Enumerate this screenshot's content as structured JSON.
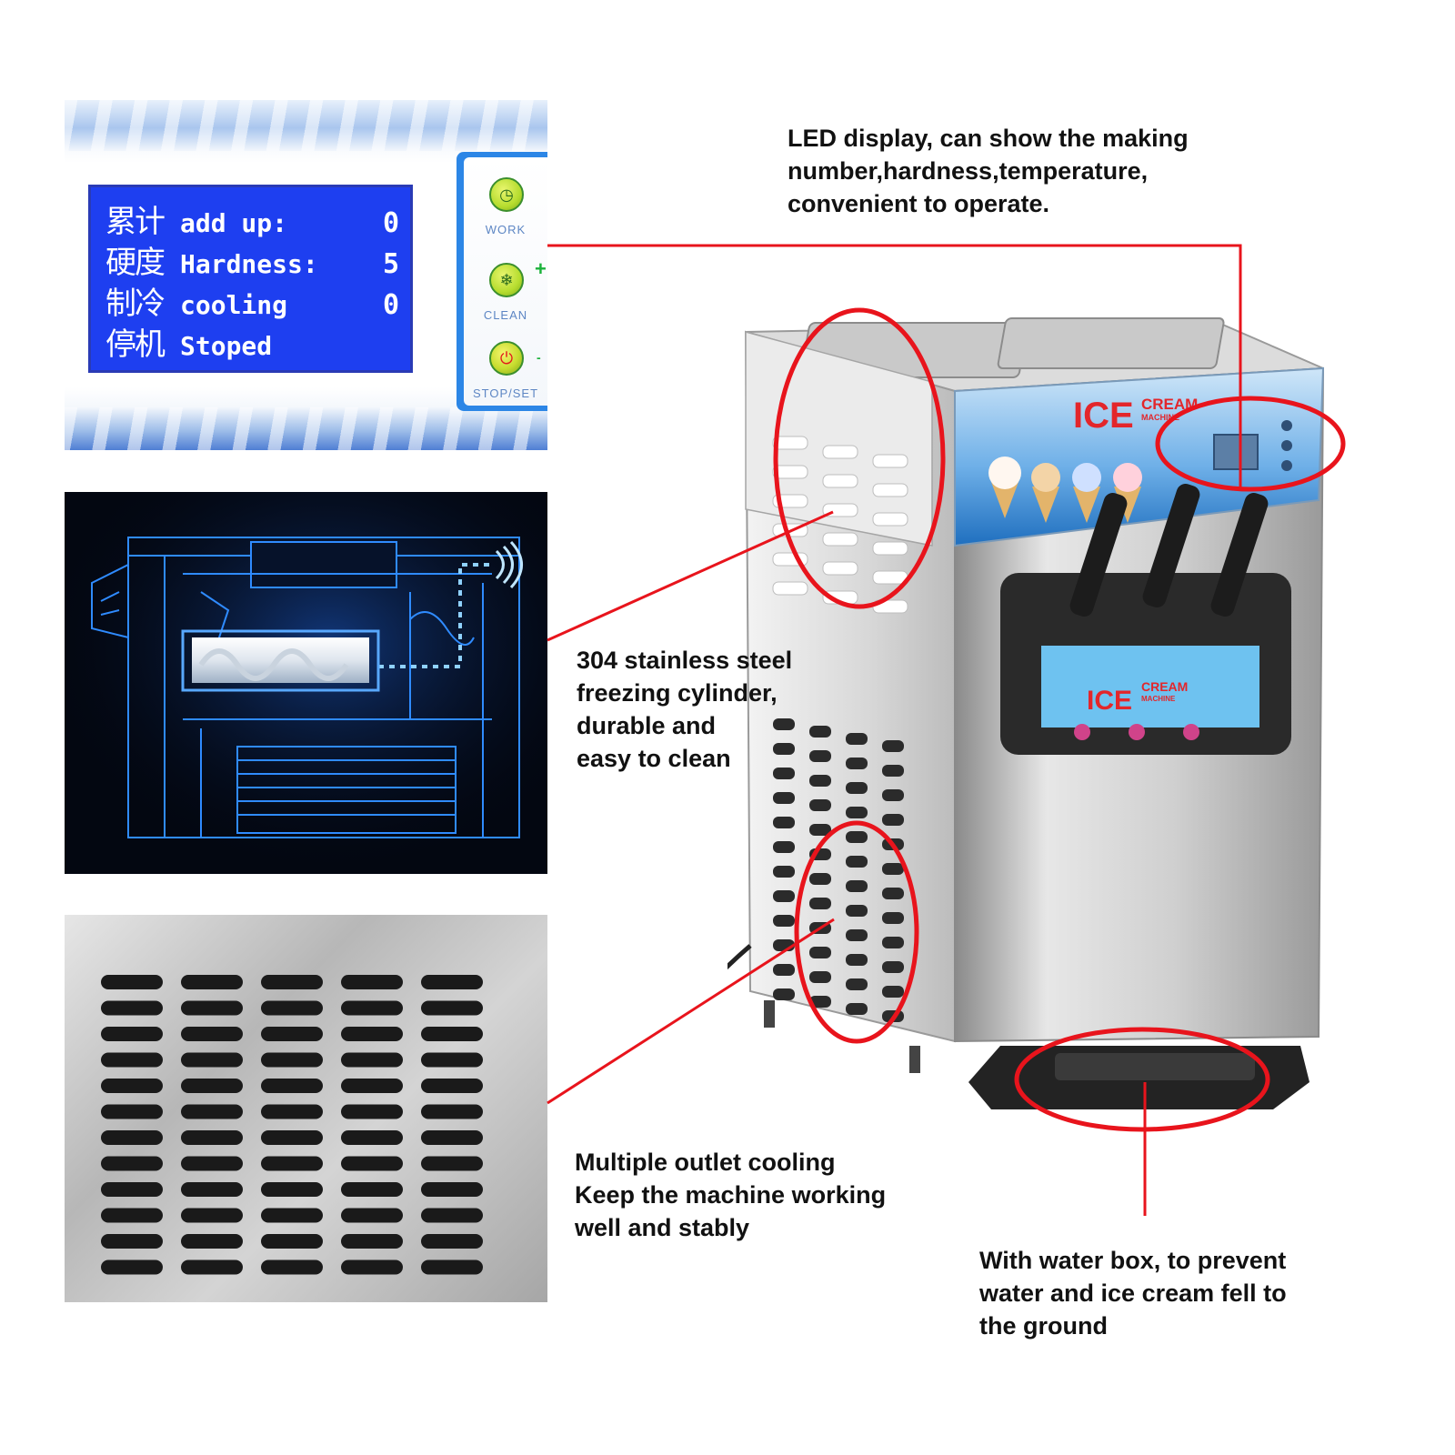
{
  "lcd_panel": {
    "rows": [
      {
        "cn": "累计",
        "en": "add up:",
        "value": "0"
      },
      {
        "cn": "硬度",
        "en": "Hardness:",
        "value": "5"
      },
      {
        "cn": "制冷",
        "en": "cooling",
        "value": "0"
      },
      {
        "cn": "停机",
        "en": "Stoped",
        "value": ""
      }
    ],
    "buttons": [
      {
        "label": "WORK",
        "icon": "clock-icon"
      },
      {
        "label": "CLEAN",
        "icon": "snowflake-icon"
      },
      {
        "label": "STOP/SET",
        "icon": "power-icon"
      }
    ]
  },
  "machine": {
    "brand_top": "ICE",
    "brand_sub_1": "CREAM",
    "brand_sub_2": "MACHINE",
    "tap_count": 3
  },
  "callouts": {
    "led_display": [
      "LED display, can show the making",
      "number,hardness,temperature,",
      "convenient to operate."
    ],
    "freezing_cylinder": [
      "304 stainless steel",
      "freezing cylinder,",
      "durable and",
      "easy to clean"
    ],
    "cooling": [
      "Multiple outlet cooling",
      "Keep the machine working",
      "well and stably"
    ],
    "water_box": [
      "With water box, to prevent",
      "water and ice cream fell to",
      "the ground"
    ]
  },
  "colors": {
    "annotation_red": "#e8141c",
    "lcd_blue": "#1e3ff0",
    "panel_blue": "#2c86e6",
    "blueprint_glow": "#2f8bff"
  }
}
